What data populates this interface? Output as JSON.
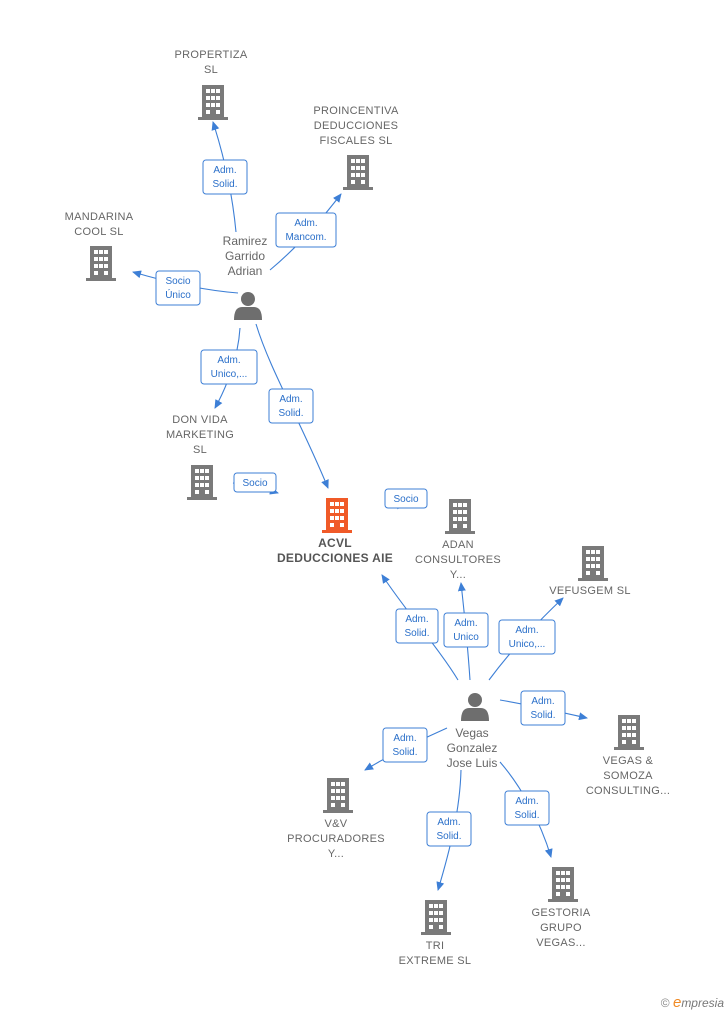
{
  "colors": {
    "edge": "#3d7fd6",
    "building": "#7a7a7a",
    "building_focus": "#f05a28",
    "person": "#6e6e6e"
  },
  "companies": [
    {
      "id": "propertiza",
      "lines": [
        "PROPERTIZA",
        "SL"
      ]
    },
    {
      "id": "proincentiva",
      "lines": [
        "PROINCENTIVA",
        "DEDUCCIONES",
        "FISCALES  SL"
      ]
    },
    {
      "id": "mandarina",
      "lines": [
        "MANDARINA",
        "COOL  SL"
      ]
    },
    {
      "id": "donvida",
      "lines": [
        "DON VIDA",
        "MARKETING",
        "SL"
      ]
    },
    {
      "id": "acvl",
      "lines": [
        "ACVL",
        "DEDUCCIONES AIE"
      ],
      "focus": true
    },
    {
      "id": "adan",
      "lines": [
        "ADAN",
        "CONSULTORES",
        "Y..."
      ]
    },
    {
      "id": "vefusgem",
      "lines": [
        "VEFUSGEM SL"
      ]
    },
    {
      "id": "vegassomoza",
      "lines": [
        "VEGAS &",
        "SOMOZA",
        "CONSULTING..."
      ]
    },
    {
      "id": "vv",
      "lines": [
        "V&V",
        "PROCURADORES",
        "Y..."
      ]
    },
    {
      "id": "tri",
      "lines": [
        "TRI",
        "EXTREME SL"
      ]
    },
    {
      "id": "gestoria",
      "lines": [
        "GESTORIA",
        "GRUPO",
        "VEGAS..."
      ]
    }
  ],
  "persons": [
    {
      "id": "ramirez",
      "lines": [
        "Ramirez",
        "Garrido",
        "Adrian"
      ]
    },
    {
      "id": "vegas",
      "lines": [
        "Vegas",
        "Gonzalez",
        "Jose Luis"
      ]
    }
  ],
  "edges": [
    {
      "id": "e1",
      "lines": [
        "Adm.",
        "Solid."
      ]
    },
    {
      "id": "e2",
      "lines": [
        "Adm.",
        "Mancom."
      ]
    },
    {
      "id": "e3",
      "lines": [
        "Socio",
        "Único"
      ]
    },
    {
      "id": "e4",
      "lines": [
        "Adm.",
        "Unico,..."
      ]
    },
    {
      "id": "e5",
      "lines": [
        "Adm.",
        "Solid."
      ]
    },
    {
      "id": "e6",
      "lines": [
        "Socio"
      ]
    },
    {
      "id": "e7",
      "lines": [
        "Socio"
      ]
    },
    {
      "id": "e8",
      "lines": [
        "Adm.",
        "Solid."
      ]
    },
    {
      "id": "e9",
      "lines": [
        "Adm.",
        "Unico"
      ]
    },
    {
      "id": "e10",
      "lines": [
        "Adm.",
        "Unico,..."
      ]
    },
    {
      "id": "e11",
      "lines": [
        "Adm.",
        "Solid."
      ]
    },
    {
      "id": "e12",
      "lines": [
        "Adm.",
        "Solid."
      ]
    },
    {
      "id": "e13",
      "lines": [
        "Adm.",
        "Solid."
      ]
    },
    {
      "id": "e14",
      "lines": [
        "Adm.",
        "Solid."
      ]
    }
  ],
  "footer": {
    "copyright": "©",
    "brand_initial": "e",
    "brand_rest": "mpresia"
  }
}
